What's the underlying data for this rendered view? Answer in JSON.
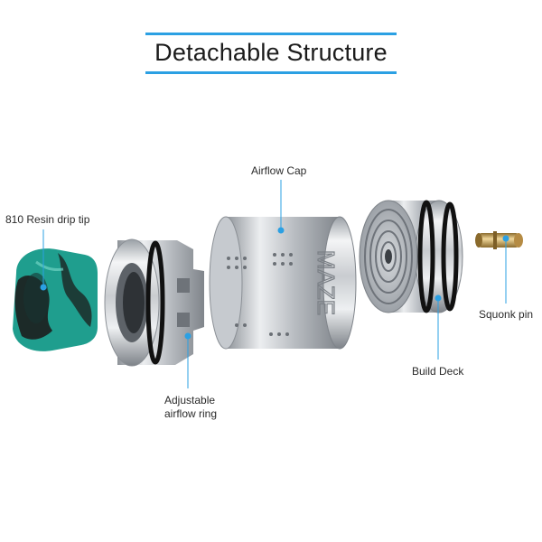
{
  "title": "Detachable Structure",
  "labels": {
    "drip_tip": "810 Resin drip tip",
    "airflow_ring": "Adjustable\nairflow ring",
    "airflow_cap": "Airflow Cap",
    "build_deck": "Build Deck",
    "squonk_pin": "Squonk pin"
  },
  "cap_engraving": "MAZE",
  "colors": {
    "accent": "#2ba0e3",
    "resin_teal": "#1f9e8e",
    "resin_dark": "#1c2a28",
    "steel_light": "#e8eaec",
    "steel_dark": "#7b8086",
    "oring": "#111111",
    "brass": "#c9a15a"
  }
}
